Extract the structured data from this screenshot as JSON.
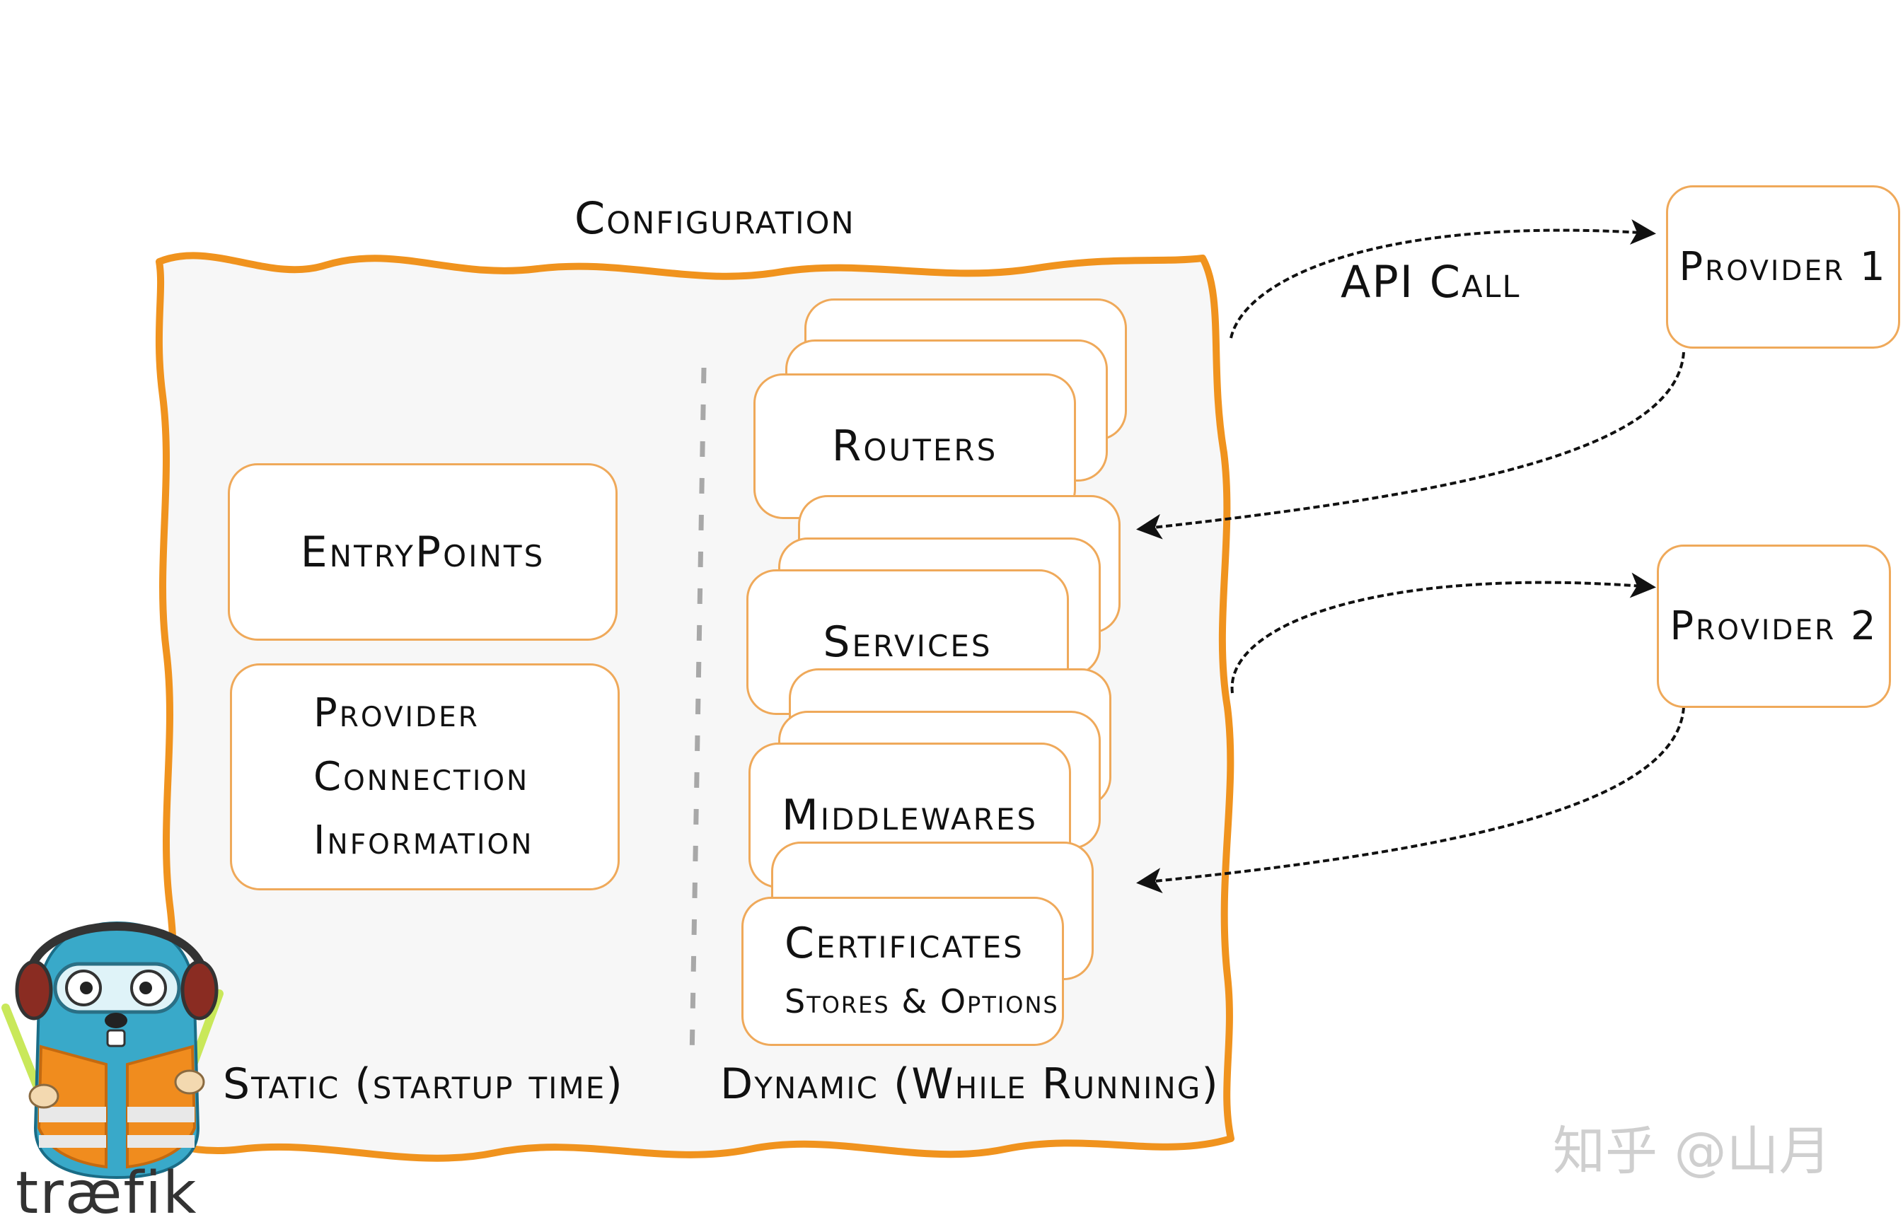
{
  "title": "Configuration",
  "api_call": "API Call",
  "static": {
    "caption": "Static (startup time)",
    "entrypoints": "EntryPoints",
    "provider_info": [
      "Provider",
      "Connection",
      "Information"
    ]
  },
  "dynamic": {
    "caption": "Dynamic (While Running)",
    "routers": "Routers",
    "services": "Services",
    "middlewares": "Middlewares",
    "certificates": "Certificates",
    "certificates_sub": "Stores & Options"
  },
  "providers": [
    "Provider 1",
    "Provider 2"
  ],
  "logo_text": "træfik",
  "watermark": "知乎 @山月",
  "colors": {
    "accent": "#f0931e",
    "box_border": "#efa95a",
    "panel_fill": "#f7f7f7",
    "gopher_blue": "#39a9c9",
    "vest_orange": "#f08c1e",
    "wand_green": "#c9e85a"
  },
  "icons": [
    "traefik-gopher-mascot"
  ]
}
